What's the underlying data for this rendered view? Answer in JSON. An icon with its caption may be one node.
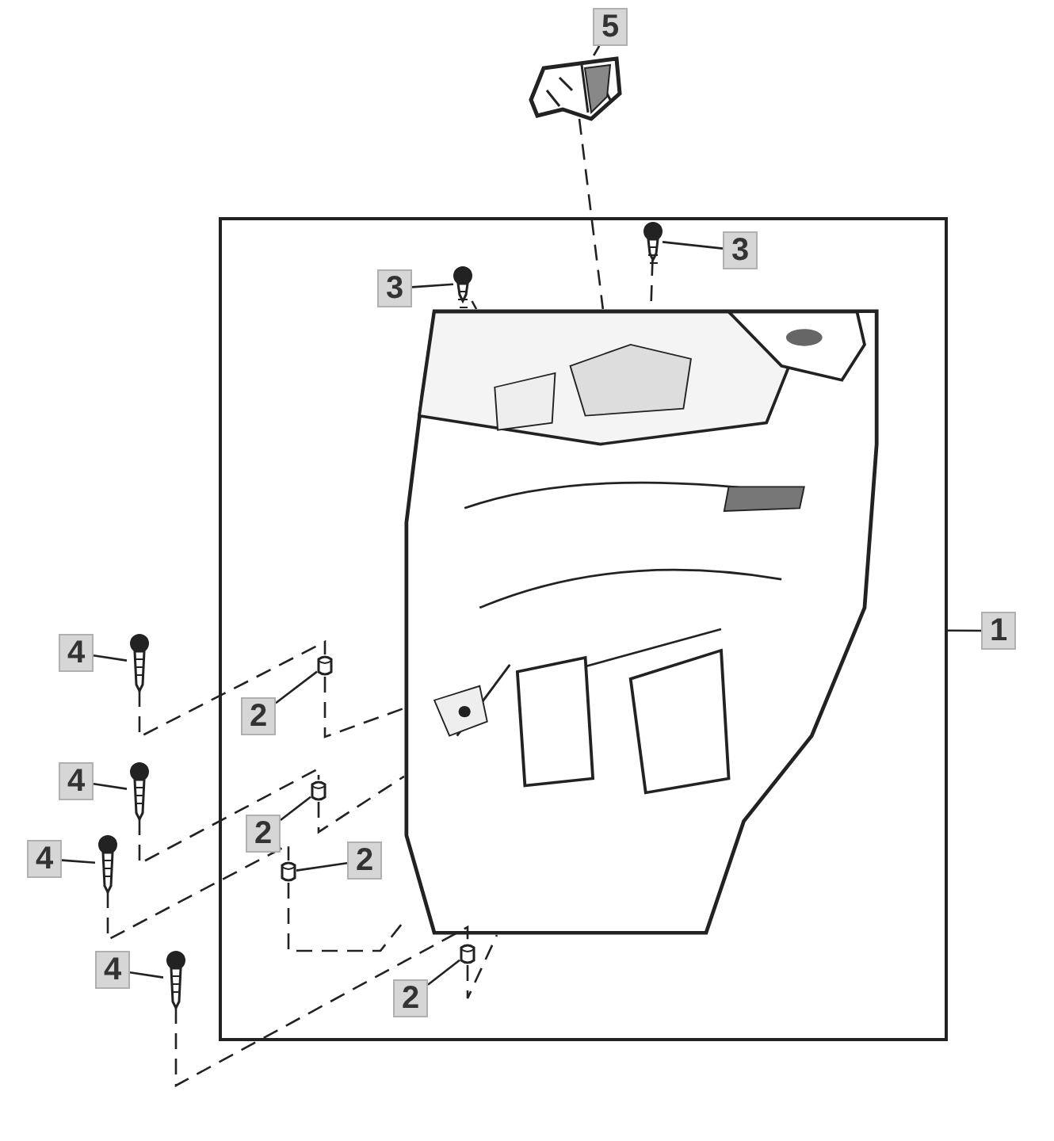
{
  "diagram": {
    "nodes": [
      {
        "text": [
          "5"
        ]
      },
      {
        "text": [],
        "shape": "picture"
      },
      {
        "text": [
          "1"
        ]
      },
      {
        "text": [],
        "shape": "box"
      },
      {
        "text": [
          "3"
        ],
        "in": 3
      },
      {
        "text": [],
        "shape": "picture",
        "in": 3
      },
      {
        "text": [
          "3"
        ],
        "in": 3
      },
      {
        "text": [],
        "shape": "picture",
        "in": 3
      },
      {
        "text": [],
        "shape": "picture",
        "in": 3
      },
      {
        "text": [
          "4"
        ]
      },
      {
        "text": [],
        "shape": "picture"
      },
      {
        "text": [
          "2"
        ],
        "in": 3
      },
      {
        "text": [],
        "shape": "picture",
        "in": 3
      },
      {
        "text": [
          "4"
        ]
      },
      {
        "text": [],
        "shape": "picture"
      },
      {
        "text": [
          "2"
        ],
        "in": 3
      },
      {
        "text": [],
        "shape": "picture",
        "in": 3
      },
      {
        "text": [
          "4"
        ]
      },
      {
        "text": [],
        "shape": "picture"
      },
      {
        "text": [],
        "shape": "picture",
        "in": 3
      },
      {
        "text": [
          "2"
        ],
        "in": 3
      },
      {
        "text": [
          "4"
        ]
      },
      {
        "text": [],
        "shape": "picture"
      },
      {
        "text": [
          "2"
        ],
        "in": 3
      },
      {
        "text": [],
        "shape": "picture",
        "in": 3
      }
    ],
    "edges": [
      {
        "from": 0,
        "to": 1,
        "arrow": "none"
      },
      {
        "from": 2,
        "to": 3,
        "arrow": "none"
      },
      {
        "from": 4,
        "to": 5,
        "arrow": "none"
      },
      {
        "from": 6,
        "to": 7,
        "arrow": "none"
      },
      {
        "from": 9,
        "to": 10,
        "arrow": "none"
      },
      {
        "from": 11,
        "to": 12,
        "arrow": "none"
      },
      {
        "from": 13,
        "to": 14,
        "arrow": "none"
      },
      {
        "from": 15,
        "to": 16,
        "arrow": "none"
      },
      {
        "from": 17,
        "to": 18,
        "arrow": "none"
      },
      {
        "from": 20,
        "to": 19,
        "arrow": "none"
      },
      {
        "from": 21,
        "to": 22,
        "arrow": "none"
      },
      {
        "from": 23,
        "to": 24,
        "arrow": "none"
      },
      {
        "from": 1,
        "to": 8,
        "arrow": "none",
        "style": "dashed"
      },
      {
        "from": 5,
        "to": 8,
        "arrow": "none",
        "style": "dashed"
      },
      {
        "from": 7,
        "to": 8,
        "arrow": "none",
        "style": "dashed"
      },
      {
        "from": 10,
        "to": 12,
        "arrow": "none",
        "style": "dashed"
      },
      {
        "from": 12,
        "to": 8,
        "arrow": "none",
        "style": "dashed"
      },
      {
        "from": 14,
        "to": 16,
        "arrow": "none",
        "style": "dashed"
      },
      {
        "from": 16,
        "to": 8,
        "arrow": "none",
        "style": "dashed"
      },
      {
        "from": 18,
        "to": 19,
        "arrow": "none",
        "style": "dashed"
      },
      {
        "from": 19,
        "to": 8,
        "arrow": "none",
        "style": "dashed"
      },
      {
        "from": 22,
        "to": 24,
        "arrow": "none",
        "style": "dashed"
      },
      {
        "from": 24,
        "to": 8,
        "arrow": "none",
        "style": "dashed"
      }
    ]
  }
}
